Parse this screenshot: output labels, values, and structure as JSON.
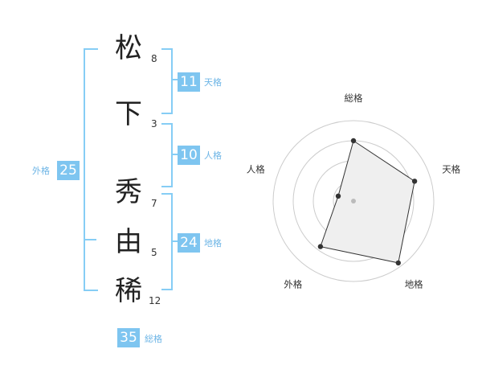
{
  "name": {
    "chars": [
      {
        "char": "松",
        "strokes": "8"
      },
      {
        "char": "下",
        "strokes": "3"
      },
      {
        "char": "秀",
        "strokes": "7"
      },
      {
        "char": "由",
        "strokes": "5"
      },
      {
        "char": "稀",
        "strokes": "12"
      }
    ]
  },
  "kaku": {
    "tenkaku": {
      "value": "11",
      "label": "天格"
    },
    "jinkaku": {
      "value": "10",
      "label": "人格"
    },
    "chikaku": {
      "value": "24",
      "label": "地格"
    },
    "gaikaku": {
      "value": "25",
      "label": "外格"
    },
    "soukaku": {
      "value": "35",
      "label": "総格"
    }
  },
  "chart_data": {
    "type": "radar",
    "axes": [
      "総格",
      "天格",
      "地格",
      "外格",
      "人格"
    ],
    "rings": 4,
    "range": [
      0,
      100
    ],
    "values": [
      75,
      80,
      95,
      70,
      20
    ],
    "colors": {
      "fill": "#efefef",
      "stroke": "#333333",
      "ring": "#cccccc",
      "point": "#333333",
      "center": "#bbbbbb"
    }
  }
}
